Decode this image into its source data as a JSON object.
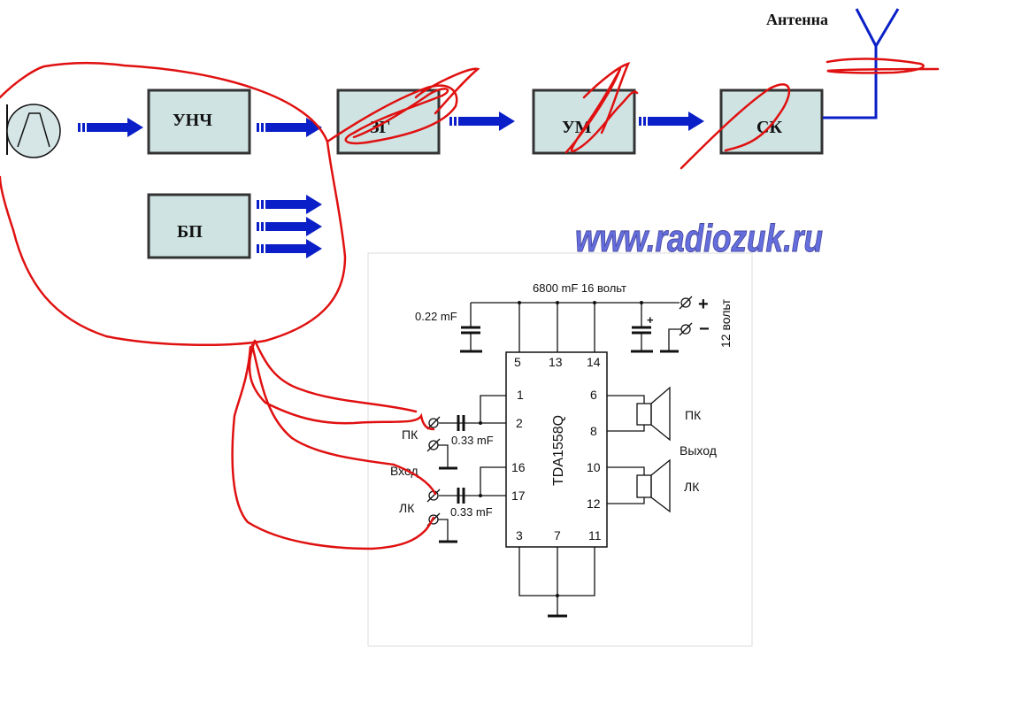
{
  "block_diagram": {
    "blocks": [
      {
        "id": "unch",
        "label": "УНЧ"
      },
      {
        "id": "zg",
        "label": "ЗГ"
      },
      {
        "id": "um",
        "label": "УМ"
      },
      {
        "id": "sk",
        "label": "СК"
      },
      {
        "id": "bp",
        "label": "БП"
      }
    ],
    "antenna_label": "Антенна",
    "watermark": "www.radiozuk.ru"
  },
  "schematic": {
    "chip": "TDA1558Q",
    "supply_cap_label": "6800 mF 16 вольт",
    "filter_cap_label": "0.22 mF",
    "input_cap_label_1": "0.33 mF",
    "input_cap_label_2": "0.33 mF",
    "supply_label": "12 вольт",
    "plus": "+",
    "minus": "−",
    "cap_plus": "+",
    "input_label": "Вход",
    "output_label": "Выход",
    "in_right": "ПК",
    "in_left": "ЛК",
    "out_right": "ПК",
    "out_left": "ЛК",
    "pins": {
      "p5": "5",
      "p13": "13",
      "p14": "14",
      "p1": "1",
      "p2": "2",
      "p16": "16",
      "p17": "17",
      "p6": "6",
      "p8": "8",
      "p10": "10",
      "p12": "12",
      "p3": "3",
      "p7": "7",
      "p11": "11"
    }
  },
  "colors": {
    "block_fill": "#cfe3e3",
    "arrow": "#0a1fc8",
    "annotation": "#e01010",
    "watermark": "#4a55d8"
  }
}
